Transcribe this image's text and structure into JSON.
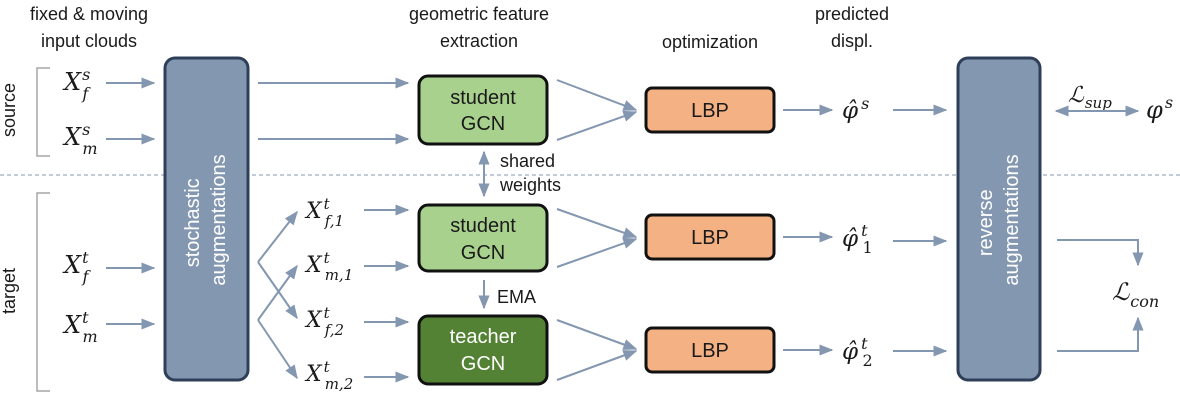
{
  "headers": {
    "input_line1": "fixed & moving",
    "input_line2": "input clouds",
    "feat_line1": "geometric feature",
    "feat_line2": "extraction",
    "optim": "optimization",
    "pred_line1": "predicted",
    "pred_line2": "displ."
  },
  "side_labels": {
    "source": "source",
    "target": "target"
  },
  "blocks": {
    "stochastic_line1": "stochastic",
    "stochastic_line2": "augmentations",
    "reverse_line1": "reverse",
    "reverse_line2": "augmentations",
    "student_line1": "student",
    "student_line2": "GCN",
    "teacher_line1": "teacher",
    "teacher_line2": "GCN",
    "lbp": "LBP"
  },
  "annotations": {
    "shared_line1": "shared",
    "shared_line2": "weights",
    "ema": "EMA"
  },
  "symbols": {
    "X": "X",
    "phi": "φ",
    "phi_hat": "φ̂",
    "L": "ℒ",
    "s": "s",
    "t": "t",
    "f": "f",
    "m": "m",
    "f1": "f,1",
    "m1": "m,1",
    "f2": "f,2",
    "m2": "m,2",
    "one": "1",
    "two": "2",
    "sup": "sup",
    "con": "con"
  },
  "colors": {
    "blue_block": "#8497b0",
    "blue_block_stroke": "#2f3f59",
    "student_fill": "#a9d18e",
    "teacher_fill": "#548235",
    "lbp_fill": "#f4b183",
    "arrow": "#8497b0",
    "dash": "#8497b0",
    "bracket": "#a6a6a6"
  }
}
